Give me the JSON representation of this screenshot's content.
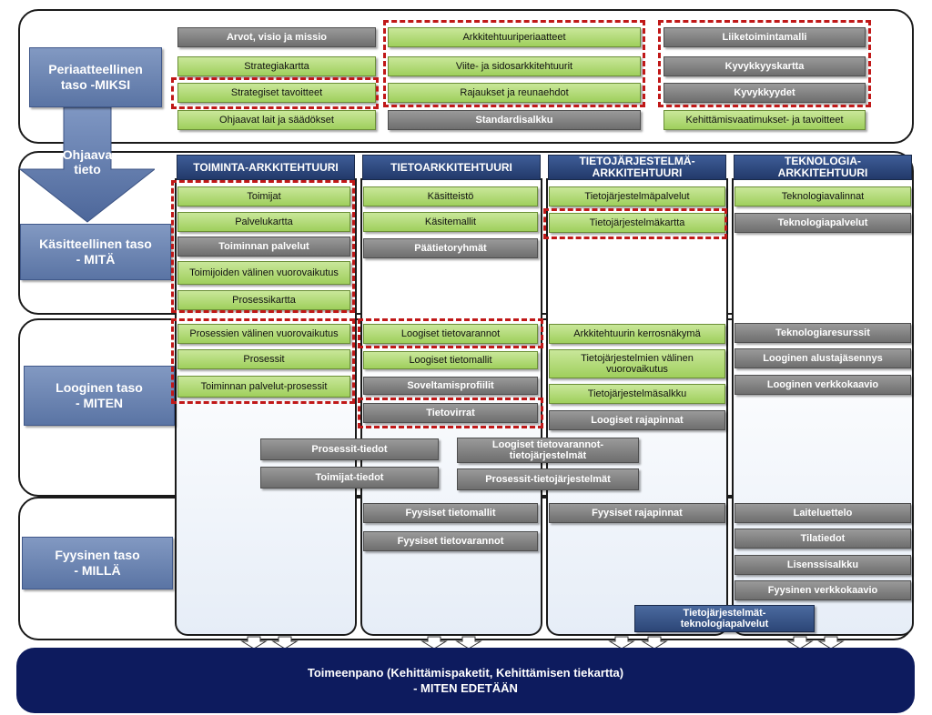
{
  "levels": {
    "principle": "Periaatteellinen\ntaso -MIKSI",
    "conceptual": "Käsitteellinen taso\n- MITÄ",
    "logical": "Looginen taso\n- MITEN",
    "physical": "Fyysinen taso\n- MILLÄ"
  },
  "arrow_label": "Ohjaava\ntieto",
  "principle_items": {
    "col1": [
      "Arvot, visio ja missio",
      "Strategiakartta",
      "Strategiset tavoitteet",
      "Ohjaavat lait ja säädökset"
    ],
    "col2": [
      "Arkkitehtuuriperiaatteet",
      "Viite- ja sidosarkkitehtuurit",
      "Rajaukset ja reunaehdot",
      "Standardisalkku"
    ],
    "col3": [
      "Liiketoimintamalli",
      "Kyvykkyyskartta",
      "Kyvykkyydet",
      "Kehittämisvaatimukset- ja tavoitteet"
    ]
  },
  "columns": {
    "business": "TOIMINTA-ARKKITEHTUURI",
    "information": "TIETOARKKITEHTUURI",
    "system": "TIETOJÄRJESTELMÄ-\nARKKITEHTUURI",
    "technology": "TEKNOLOGIA-\nARKKITEHTUURI"
  },
  "conceptual_items": {
    "business": [
      "Toimijat",
      "Palvelukartta",
      "Toiminnan palvelut",
      "Toimijoiden välinen vuorovaikutus",
      "Prosessikartta"
    ],
    "information": [
      "Käsitteistö",
      "Käsitemallit",
      "Päätietoryhmät"
    ],
    "system": [
      "Tietojärjestelmäpalvelut",
      "Tietojärjestelmäkartta"
    ],
    "technology": [
      "Teknologiavalinnat",
      "Teknologiapalvelut"
    ]
  },
  "logical_items": {
    "business": [
      "Prosessien välinen vuorovaikutus",
      "Prosessit",
      "Toiminnan palvelut-prosessit"
    ],
    "information": [
      "Loogiset tietovarannot",
      "Loogiset tietomallit",
      "Soveltamisprofiilit",
      "Tietovirrat"
    ],
    "system": [
      "Arkkitehtuurin kerrosnäkymä",
      "Tietojärjestelmien välinen\nvuorovaikutus",
      "Tietojärjestelmäsalkku",
      "Loogiset rajapinnat"
    ],
    "technology": [
      "Teknologiaresurssit",
      "Looginen alustajäsennys",
      "Looginen verkkokaavio"
    ]
  },
  "cross_items": [
    "Prosessit-tiedot",
    "Toimijat-tiedot",
    "Loogiset tietovarannot-\ntietojärjestelmät",
    "Prosessit-tietojärjestelmät"
  ],
  "physical_items": {
    "information": [
      "Fyysiset tietomallit",
      "Fyysiset tietovarannot"
    ],
    "system": [
      "Fyysiset rajapinnat"
    ],
    "technology": [
      "Laiteluettelo",
      "Tilatiedot",
      "Lisenssisalkku",
      "Fyysinen verkkokaavio"
    ]
  },
  "sys_tech_services": "Tietojärjestelmät-\nteknologiapalvelut",
  "execution": "Toimeenpano  (Kehittämispaketit, Kehittämisen tiekartta)\n- MITEN  EDETÄÄN",
  "colors": {
    "green": "#9fcf5c",
    "gray": "#6e6e6e",
    "dark_blue": "#0d1b5e",
    "header_blue": "#22396a",
    "level_blue": "#5a74a4",
    "dash_red": "#c01818"
  }
}
